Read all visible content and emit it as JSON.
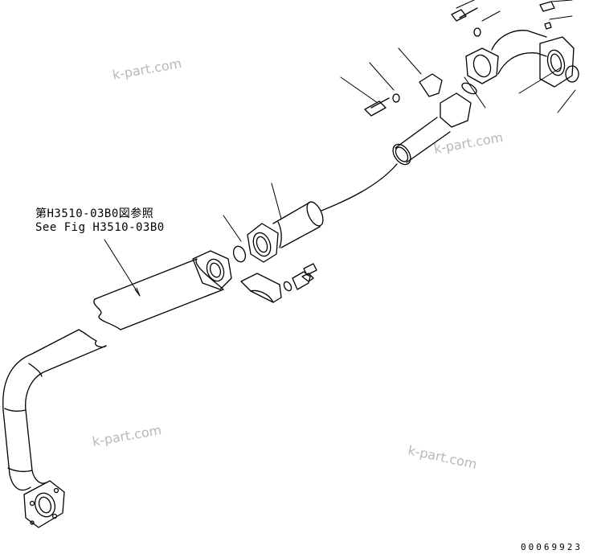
{
  "reference": {
    "japanese": "第H3510-03B0図参照",
    "english": "See Fig H3510-03B0"
  },
  "watermarks": [
    "k-part.com",
    "k-part.com",
    "k-part.com",
    "k-part.com"
  ],
  "drawing_number": "00069923"
}
